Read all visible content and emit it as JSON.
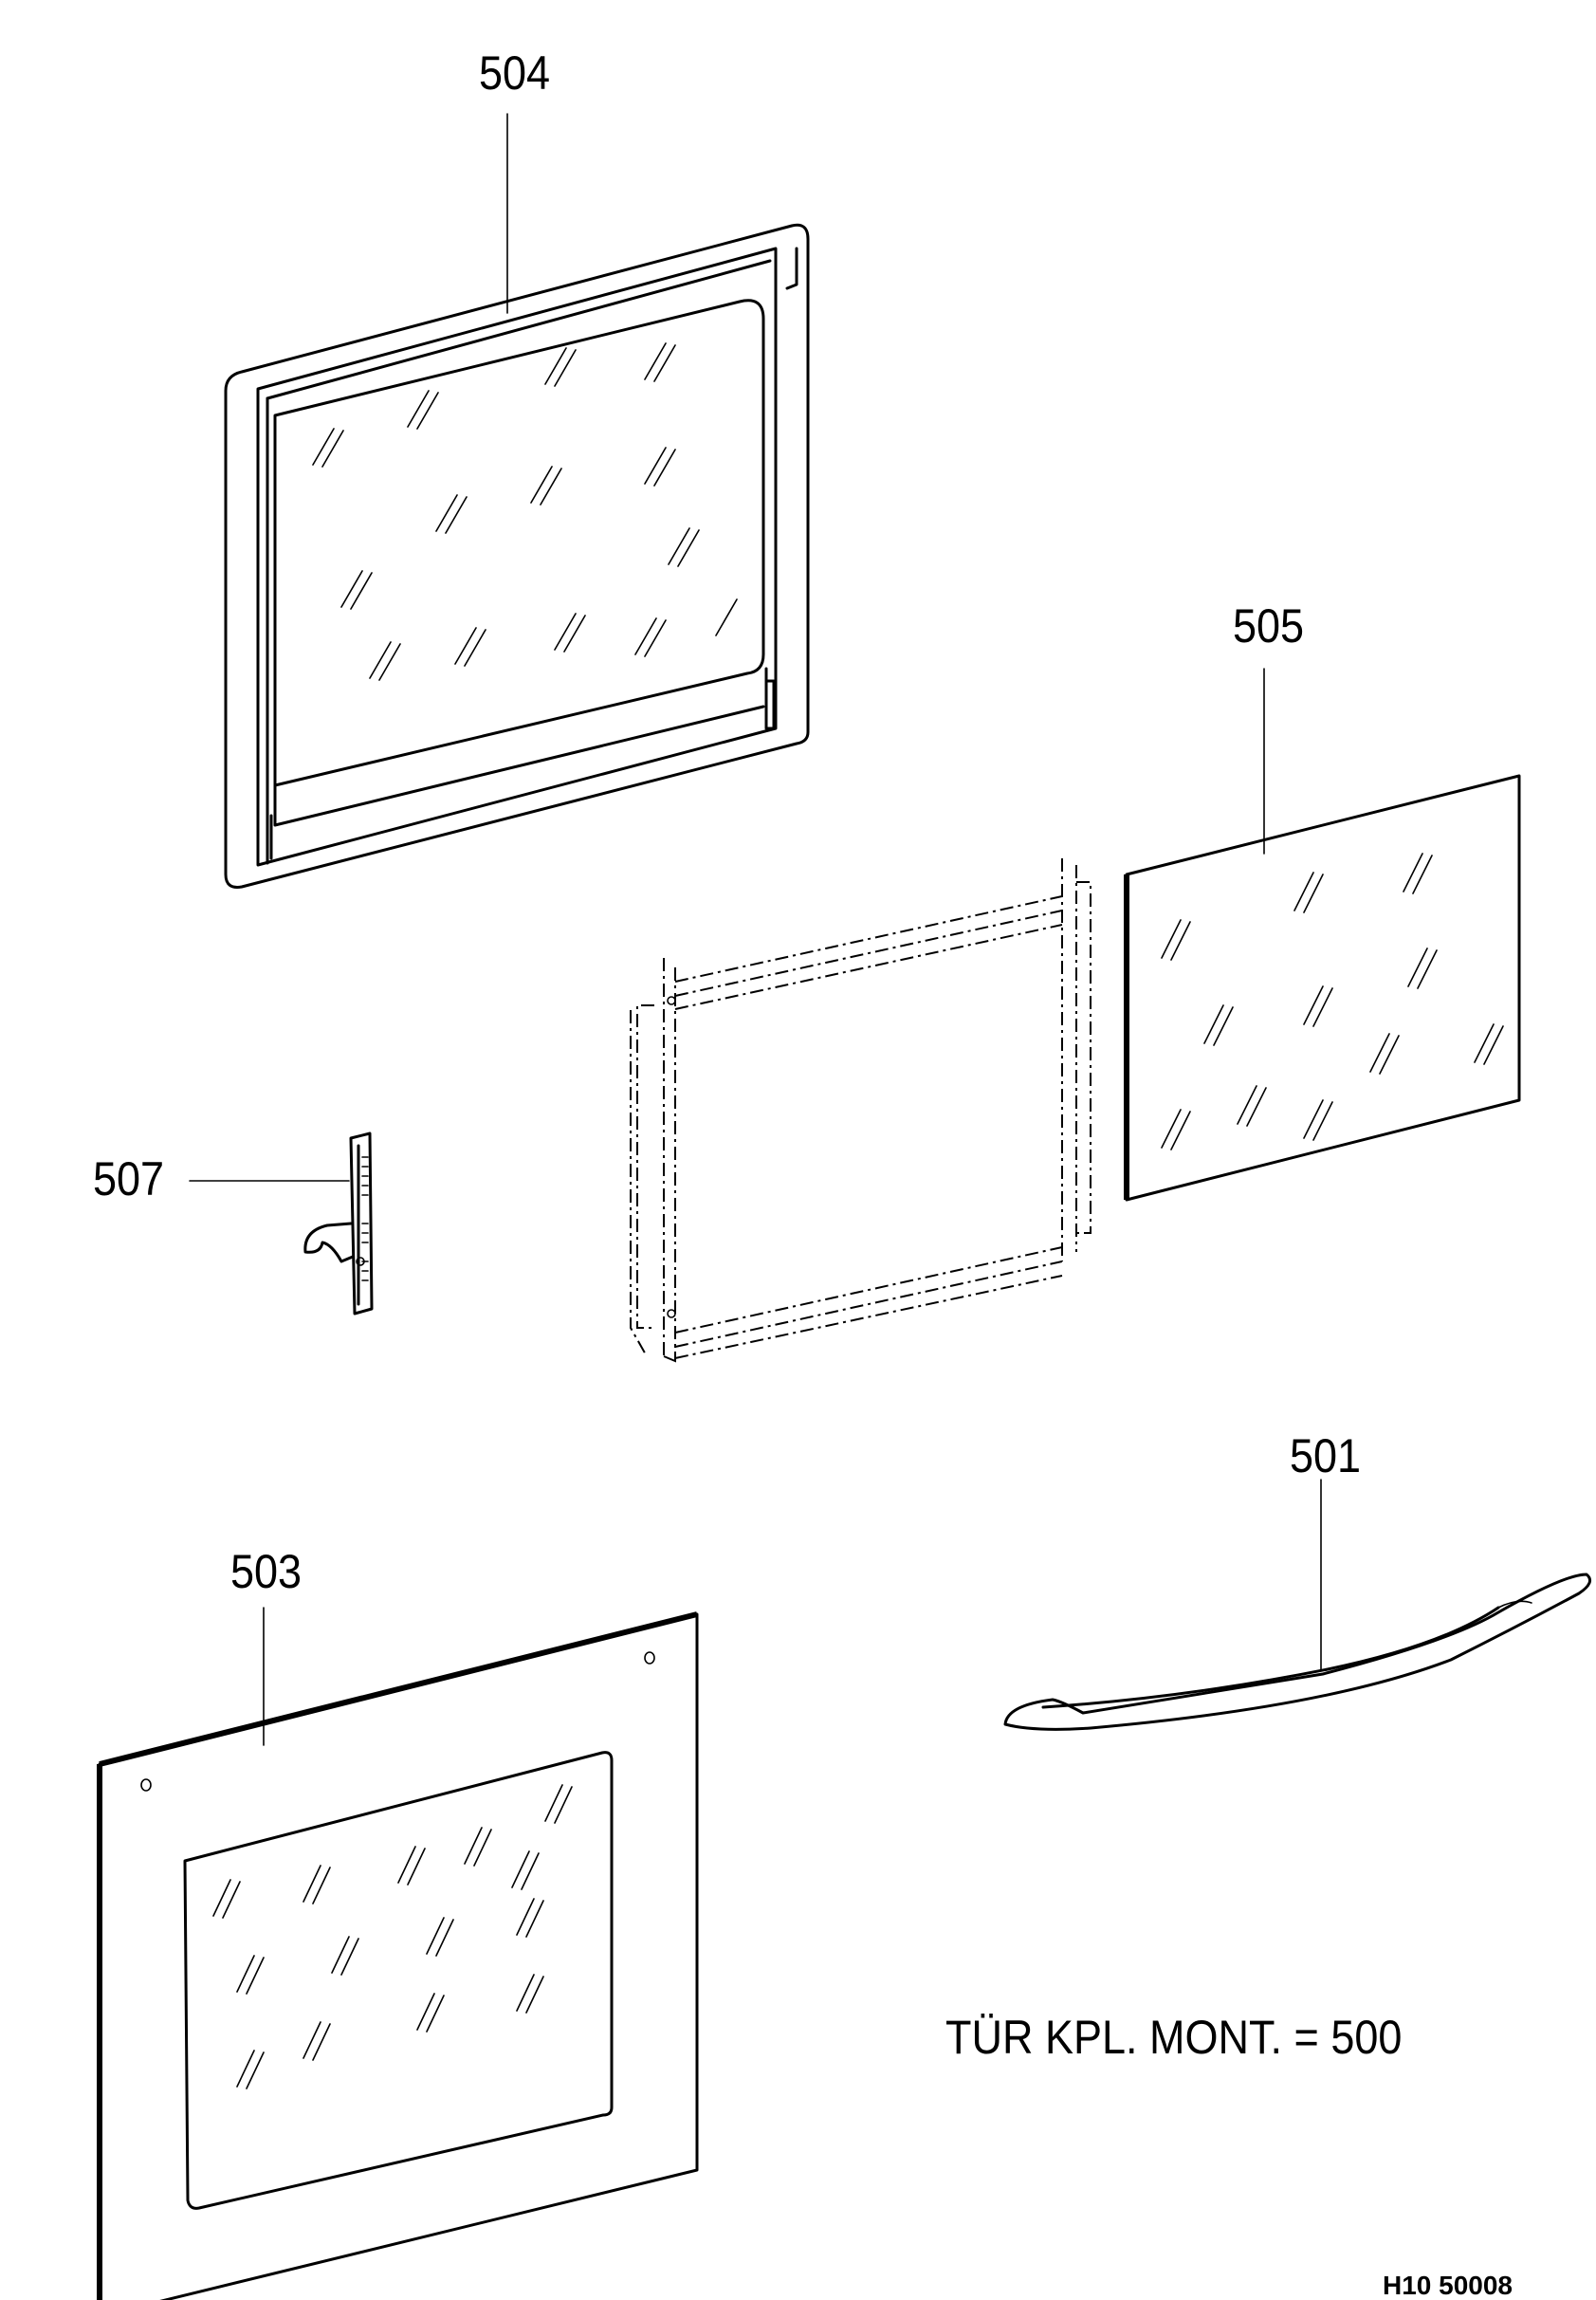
{
  "callouts": {
    "p504": "504",
    "p505": "505",
    "p507": "507",
    "p501": "501",
    "p503": "503"
  },
  "note": "TÜR  KPL. MONT. = 500",
  "drawing_code": "H10 50008"
}
